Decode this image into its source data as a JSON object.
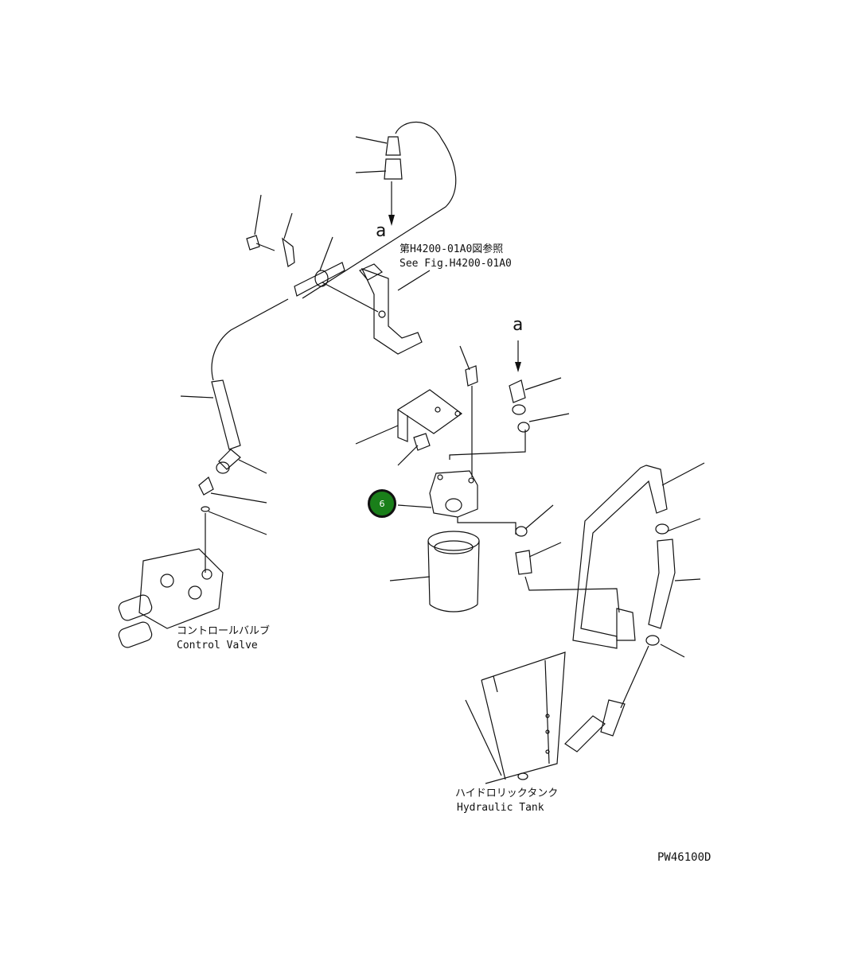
{
  "diagram": {
    "ref_note_ja": "第H4200-01A0図参照",
    "ref_note_en": "See Fig.H4200-01A0",
    "connection_marker": "a",
    "control_valve_ja": "コントロールバルブ",
    "control_valve_en": "Control Valve",
    "hydraulic_tank_ja": "ハイドロリックタンク",
    "hydraulic_tank_en": "Hydraulic Tank",
    "drawing_code": "PW46100D"
  },
  "callouts": [
    {
      "number": "6",
      "color": "#1a7f1a"
    }
  ]
}
